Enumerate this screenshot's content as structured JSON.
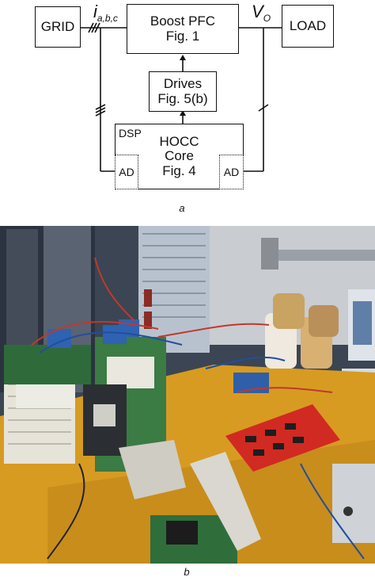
{
  "diagram": {
    "grid": "GRID",
    "boost_line1": "Boost PFC",
    "boost_line2": "Fig. 1",
    "load": "LOAD",
    "drives_line1": "Drives",
    "drives_line2": "Fig. 5(b)",
    "dsp": "DSP",
    "hocc_line1": "HOCC",
    "hocc_line2": "Core",
    "hocc_line3": "Fig. 4",
    "ad_left": "AD",
    "ad_right": "AD",
    "current_symbol": "i",
    "current_sub": "a,b,c",
    "voltage_symbol": "V",
    "voltage_sub": "O"
  },
  "captions": {
    "a": "a",
    "b": "b"
  },
  "photo": {
    "description_icon": "laboratory-prototype-photo",
    "colors": {
      "bench": "#d79b22",
      "red_board": "#d12a22",
      "heatsink": "#e6e3d8",
      "wall": "#4a5566"
    }
  }
}
